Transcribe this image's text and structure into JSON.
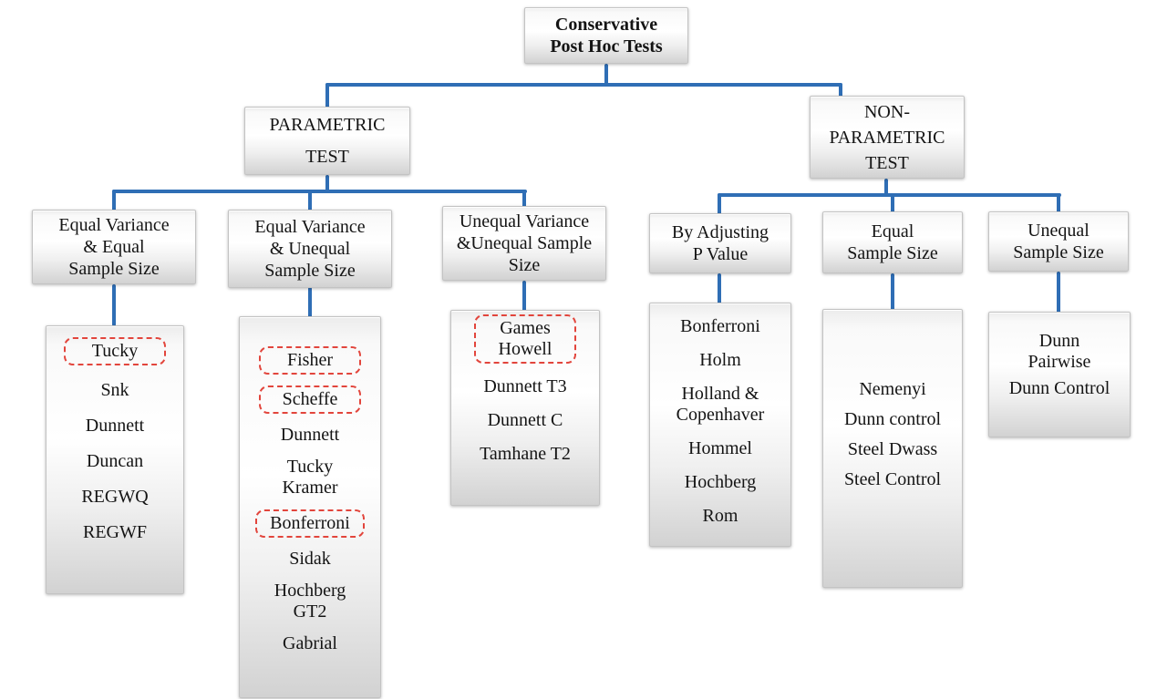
{
  "title": {
    "text": "Conservative\nPost Hoc Tests"
  },
  "branches": {
    "parametric": {
      "label": "PARAMETRIC\nTEST",
      "children": [
        {
          "label": "Equal Variance\n& Equal\nSample Size",
          "tests": [
            {
              "name": "Tucky",
              "highlighted": true
            },
            {
              "name": "Snk",
              "highlighted": false
            },
            {
              "name": "Dunnett",
              "highlighted": false
            },
            {
              "name": "Duncan",
              "highlighted": false
            },
            {
              "name": "REGWQ",
              "highlighted": false
            },
            {
              "name": "REGWF",
              "highlighted": false
            }
          ]
        },
        {
          "label": "Equal Variance\n& Unequal\nSample Size",
          "tests": [
            {
              "name": "Fisher",
              "highlighted": true
            },
            {
              "name": "Scheffe",
              "highlighted": true
            },
            {
              "name": "Dunnett",
              "highlighted": false
            },
            {
              "name": "Tucky\nKramer",
              "highlighted": false
            },
            {
              "name": "Bonferroni",
              "highlighted": true
            },
            {
              "name": "Sidak",
              "highlighted": false
            },
            {
              "name": "Hochberg\nGT2",
              "highlighted": false
            },
            {
              "name": "Gabrial",
              "highlighted": false
            }
          ]
        },
        {
          "label": "Unequal Variance\n&Unequal Sample\nSize",
          "tests": [
            {
              "name": "Games\nHowell",
              "highlighted": true
            },
            {
              "name": "Dunnett T3",
              "highlighted": false
            },
            {
              "name": "Dunnett C",
              "highlighted": false
            },
            {
              "name": "Tamhane T2",
              "highlighted": false
            }
          ]
        }
      ]
    },
    "nonparametric": {
      "label": "NON-\nPARAMETRIC\nTEST",
      "children": [
        {
          "label": "By Adjusting\nP Value",
          "tests": [
            {
              "name": "Bonferroni",
              "highlighted": false
            },
            {
              "name": "Holm",
              "highlighted": false
            },
            {
              "name": "Holland &\nCopenhaver",
              "highlighted": false
            },
            {
              "name": "Hommel",
              "highlighted": false
            },
            {
              "name": "Hochberg",
              "highlighted": false
            },
            {
              "name": "Rom",
              "highlighted": false
            }
          ]
        },
        {
          "label": "Equal\nSample Size",
          "tests": [
            {
              "name": "Nemenyi",
              "highlighted": false
            },
            {
              "name": "Dunn control",
              "highlighted": false
            },
            {
              "name": "Steel Dwass",
              "highlighted": false
            },
            {
              "name": "Steel Control",
              "highlighted": false
            }
          ]
        },
        {
          "label": "Unequal\nSample Size",
          "tests": [
            {
              "name": "Dunn\nPairwise",
              "highlighted": false
            },
            {
              "name": "Dunn Control",
              "highlighted": false
            }
          ]
        }
      ]
    }
  },
  "colors": {
    "connector_blue": "#2f6eb5",
    "highlight_red": "#e2453c"
  }
}
